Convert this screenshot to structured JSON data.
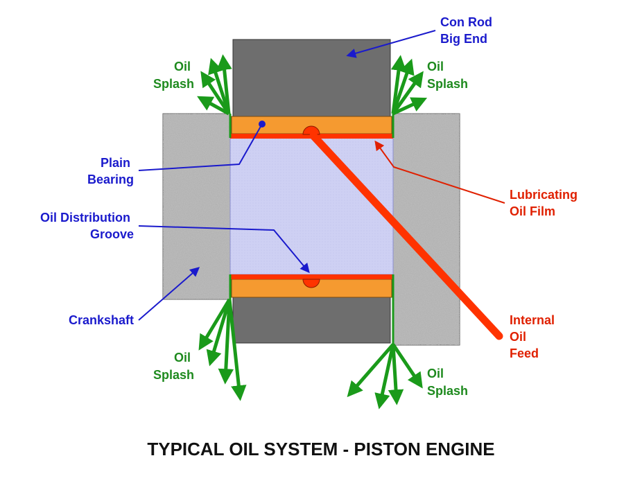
{
  "title": "TYPICAL OIL SYSTEM - PISTON ENGINE",
  "labels": {
    "con_rod": [
      "Con Rod",
      "Big End"
    ],
    "plain_bearing": [
      "Plain",
      "Bearing"
    ],
    "oil_groove": [
      "Oil Distribution",
      "Groove"
    ],
    "crankshaft": "Crankshaft",
    "lub_film": [
      "Lubricating",
      "Oil Film"
    ],
    "oil_feed": [
      "Internal",
      "Oil",
      "Feed"
    ],
    "splash": [
      "Oil",
      "Splash"
    ]
  },
  "colors": {
    "blue_label": "#1a1acc",
    "green_label": "#1e8a1e",
    "red_label": "#e02000",
    "con_rod": "#6e6e6e",
    "bearing": "#f59a30",
    "oil_film": "#ff3300",
    "journal": "#c6c8f2",
    "splash_arrow": "#1a9a1a",
    "title": "#111111"
  }
}
